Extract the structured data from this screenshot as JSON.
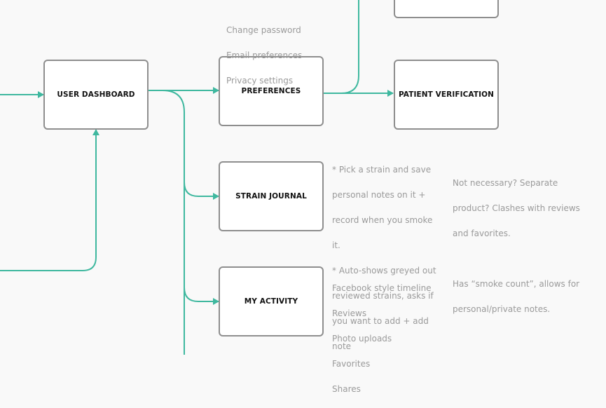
{
  "colors": {
    "connector": "#3fb89f",
    "box_border": "#8e8e8e",
    "note_text": "#9a9a9a",
    "background": "#f9f9f9"
  },
  "nodes": {
    "user_dashboard": "USER DASHBOARD",
    "preferences": "PREFERENCES",
    "patient_verification": "PATIENT VERIFICATION",
    "strain_journal": "STRAIN JOURNAL",
    "my_activity": "MY ACTIVITY"
  },
  "notes": {
    "preferences": [
      "Change password",
      "Email preferences",
      "Privacy settings"
    ],
    "strain_journal": [
      "* Pick a strain and save",
      "personal notes on it +",
      "record when you smoke",
      "it.",
      "* Auto-shows greyed out",
      "reviewed strains, asks if",
      "you want to add + add",
      "note"
    ],
    "strain_journal_comment": [
      "Not necessary? Separate",
      "product? Clashes with reviews",
      "and favorites.",
      "",
      "Has “smoke count”, allows for",
      "personal/private notes."
    ],
    "my_activity": [
      "Facebook style timeline",
      "Reviews",
      "Photo uploads",
      "Favorites",
      "Shares"
    ]
  }
}
